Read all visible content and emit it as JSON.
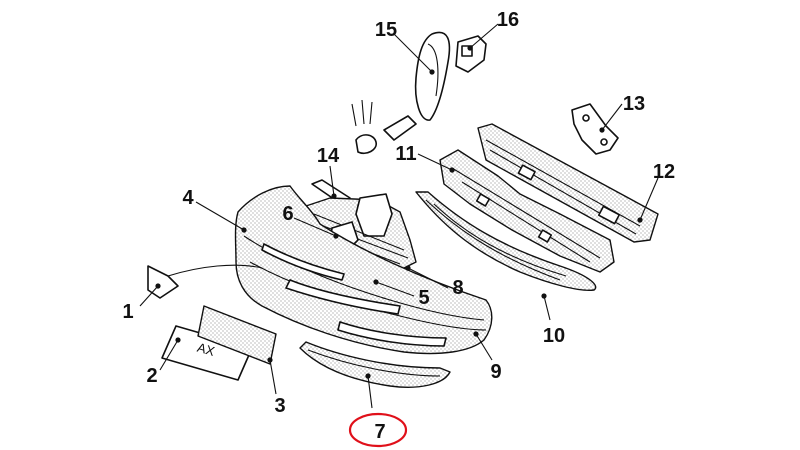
{
  "diagram": {
    "plate_text": "AX",
    "highlight_color": "#e0101a",
    "labels": [
      {
        "id": "1",
        "text": "1"
      },
      {
        "id": "2",
        "text": "2"
      },
      {
        "id": "3",
        "text": "3"
      },
      {
        "id": "4",
        "text": "4"
      },
      {
        "id": "5",
        "text": "5"
      },
      {
        "id": "6",
        "text": "6"
      },
      {
        "id": "7",
        "text": "7"
      },
      {
        "id": "8",
        "text": "8"
      },
      {
        "id": "9",
        "text": "9"
      },
      {
        "id": "10",
        "text": "10"
      },
      {
        "id": "11",
        "text": "11"
      },
      {
        "id": "12",
        "text": "12"
      },
      {
        "id": "13",
        "text": "13"
      },
      {
        "id": "14",
        "text": "14"
      },
      {
        "id": "15",
        "text": "15"
      },
      {
        "id": "16",
        "text": "16"
      }
    ]
  }
}
